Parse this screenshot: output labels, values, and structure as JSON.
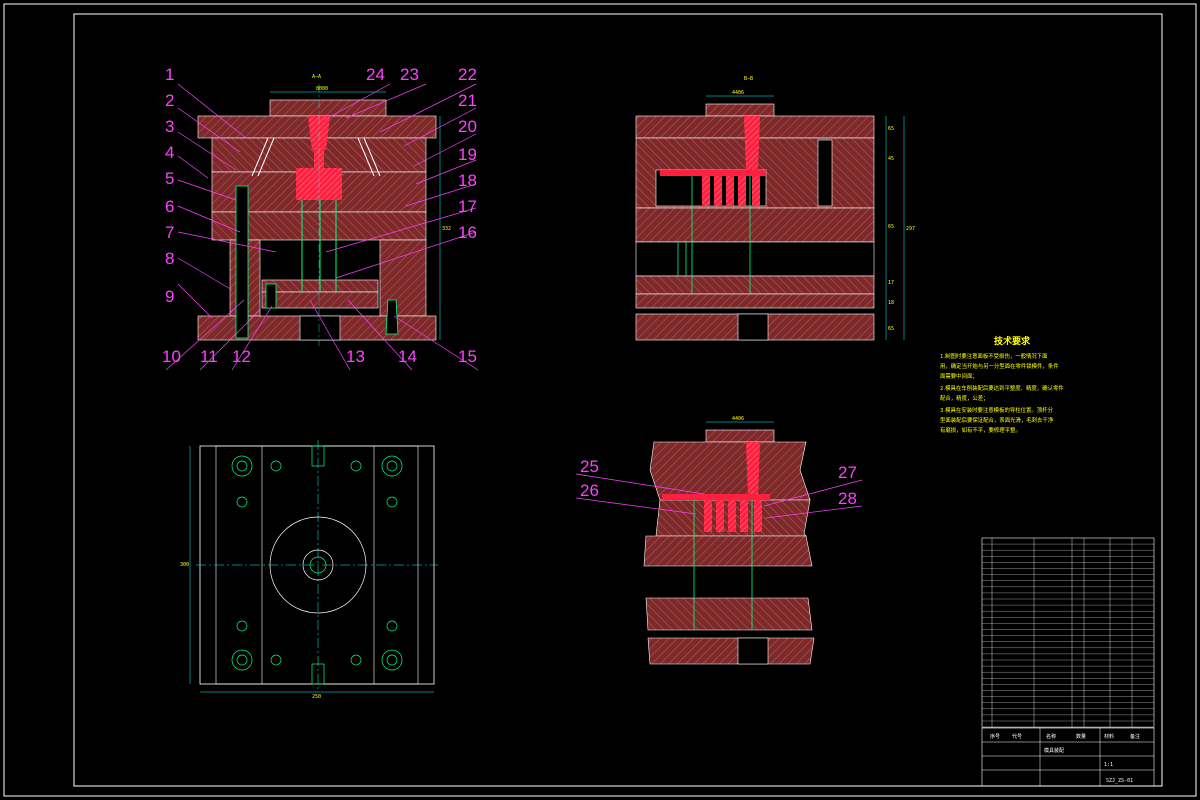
{
  "drawing": {
    "part_numbers": [
      "1",
      "2",
      "3",
      "4",
      "5",
      "6",
      "7",
      "8",
      "9",
      "10",
      "11",
      "12",
      "13",
      "14",
      "15",
      "16",
      "17",
      "18",
      "19",
      "20",
      "21",
      "22",
      "23",
      "24",
      "25",
      "26",
      "27",
      "28"
    ],
    "dims_front": {
      "overall_width": "8000",
      "height": "332",
      "section_mark": "A—A"
    },
    "dims_side": {
      "width": "4406",
      "h1": "65",
      "h2": "45",
      "h3": "65",
      "h4": "17",
      "h5": "18",
      "h6": "65",
      "total": "297",
      "section_mark": "B—B"
    },
    "dims_plan": {
      "width": "250",
      "height": "300"
    },
    "dims_detail": {
      "width": "4406"
    }
  },
  "requirements": {
    "title": "技术要求",
    "lines": [
      "1.制图时要注意面板不受损伤，一般情况下面",
      "用，确定当开始与另一分型面在零件锁模件，条件",
      "面需要中间面；",
      "2.模具在车削装配后要达到平整度、精度，确认零件",
      "配合，精度，公差；",
      "3.模具在安装时要注意模板的导柱位置。顶杆分",
      "型面装配后要保证配合，表面光滑，毛刺去干净",
      "有磨损，如有不平，要修理平整。"
    ]
  },
  "title_block": {
    "part_name": "模具装配",
    "drawing_no": "SZJ_ZS-01",
    "material": "",
    "scale": "1:1",
    "row_labels": [
      "序号",
      "代号",
      "名称",
      "数量",
      "材料",
      "备注"
    ]
  }
}
